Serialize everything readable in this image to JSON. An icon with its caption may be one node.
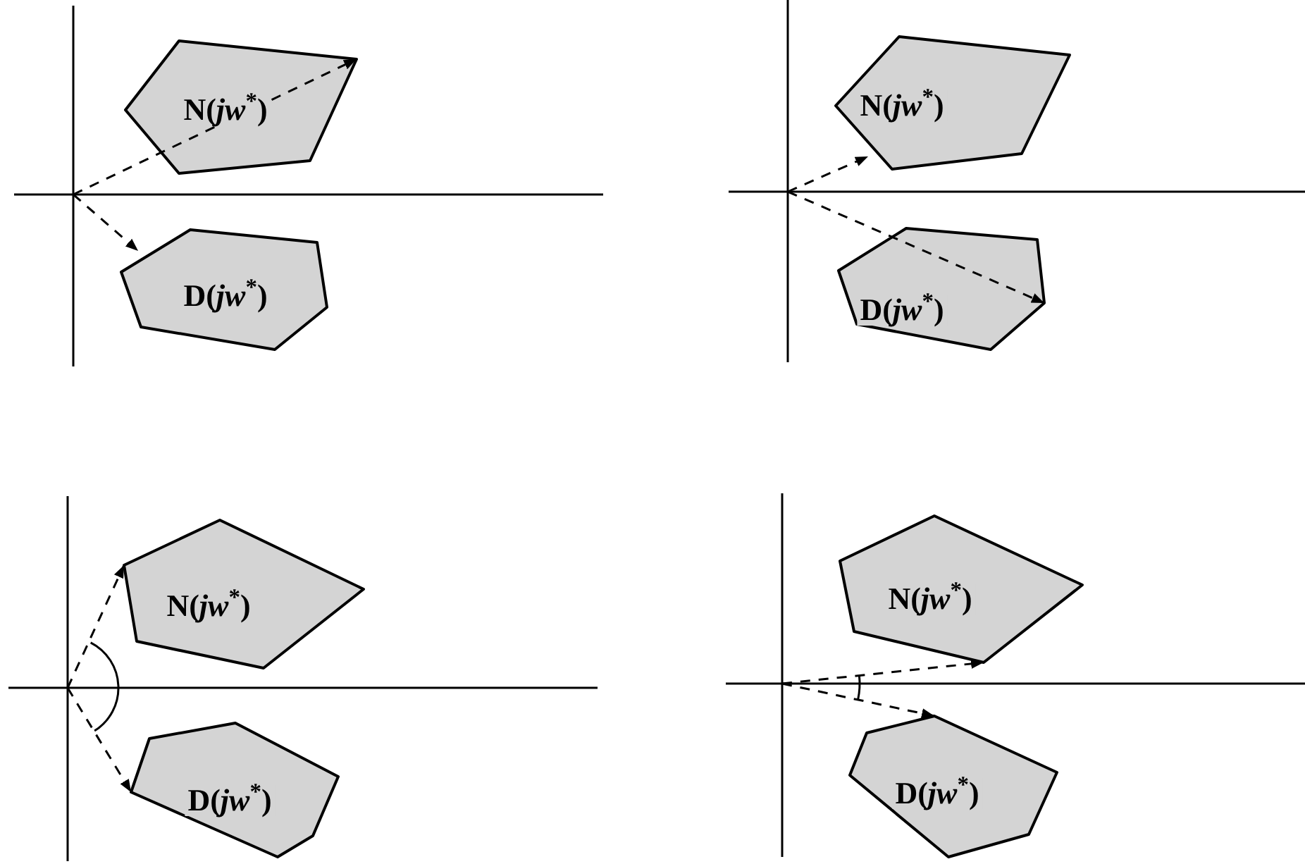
{
  "diagram": {
    "nodes": [
      {
        "text": [
          "N(*jw*$^{*}$)"
        ]
      },
      {
        "text": [
          "D(*jw*$^{*}$)"
        ]
      },
      {
        "text": [
          "N(*jw*$^{*}$)"
        ]
      },
      {
        "text": [
          "D(*jw*$^{*}$)"
        ]
      },
      {
        "text": [
          "N(*jw*$^{*}$)"
        ]
      },
      {
        "text": [
          "D(*jw*$^{*}$)"
        ]
      },
      {
        "text": [
          "N(*jw*$^{*}$)"
        ]
      },
      {
        "text": [
          "D(*jw*$^{*}$)"
        ]
      }
    ],
    "edges": [
      {
        "from": null,
        "to": 0,
        "arrow": "to"
      },
      {
        "from": null,
        "to": 1,
        "arrow": "to"
      },
      {
        "from": null,
        "to": 2,
        "arrow": "to"
      },
      {
        "from": null,
        "to": 3,
        "arrow": "to"
      },
      {
        "from": null,
        "to": 4,
        "arrow": "to"
      },
      {
        "from": null,
        "to": 5,
        "arrow": "to"
      },
      {
        "from": null,
        "to": 6,
        "arrow": "to"
      },
      {
        "from": null,
        "to": 7,
        "arrow": "to"
      }
    ]
  }
}
